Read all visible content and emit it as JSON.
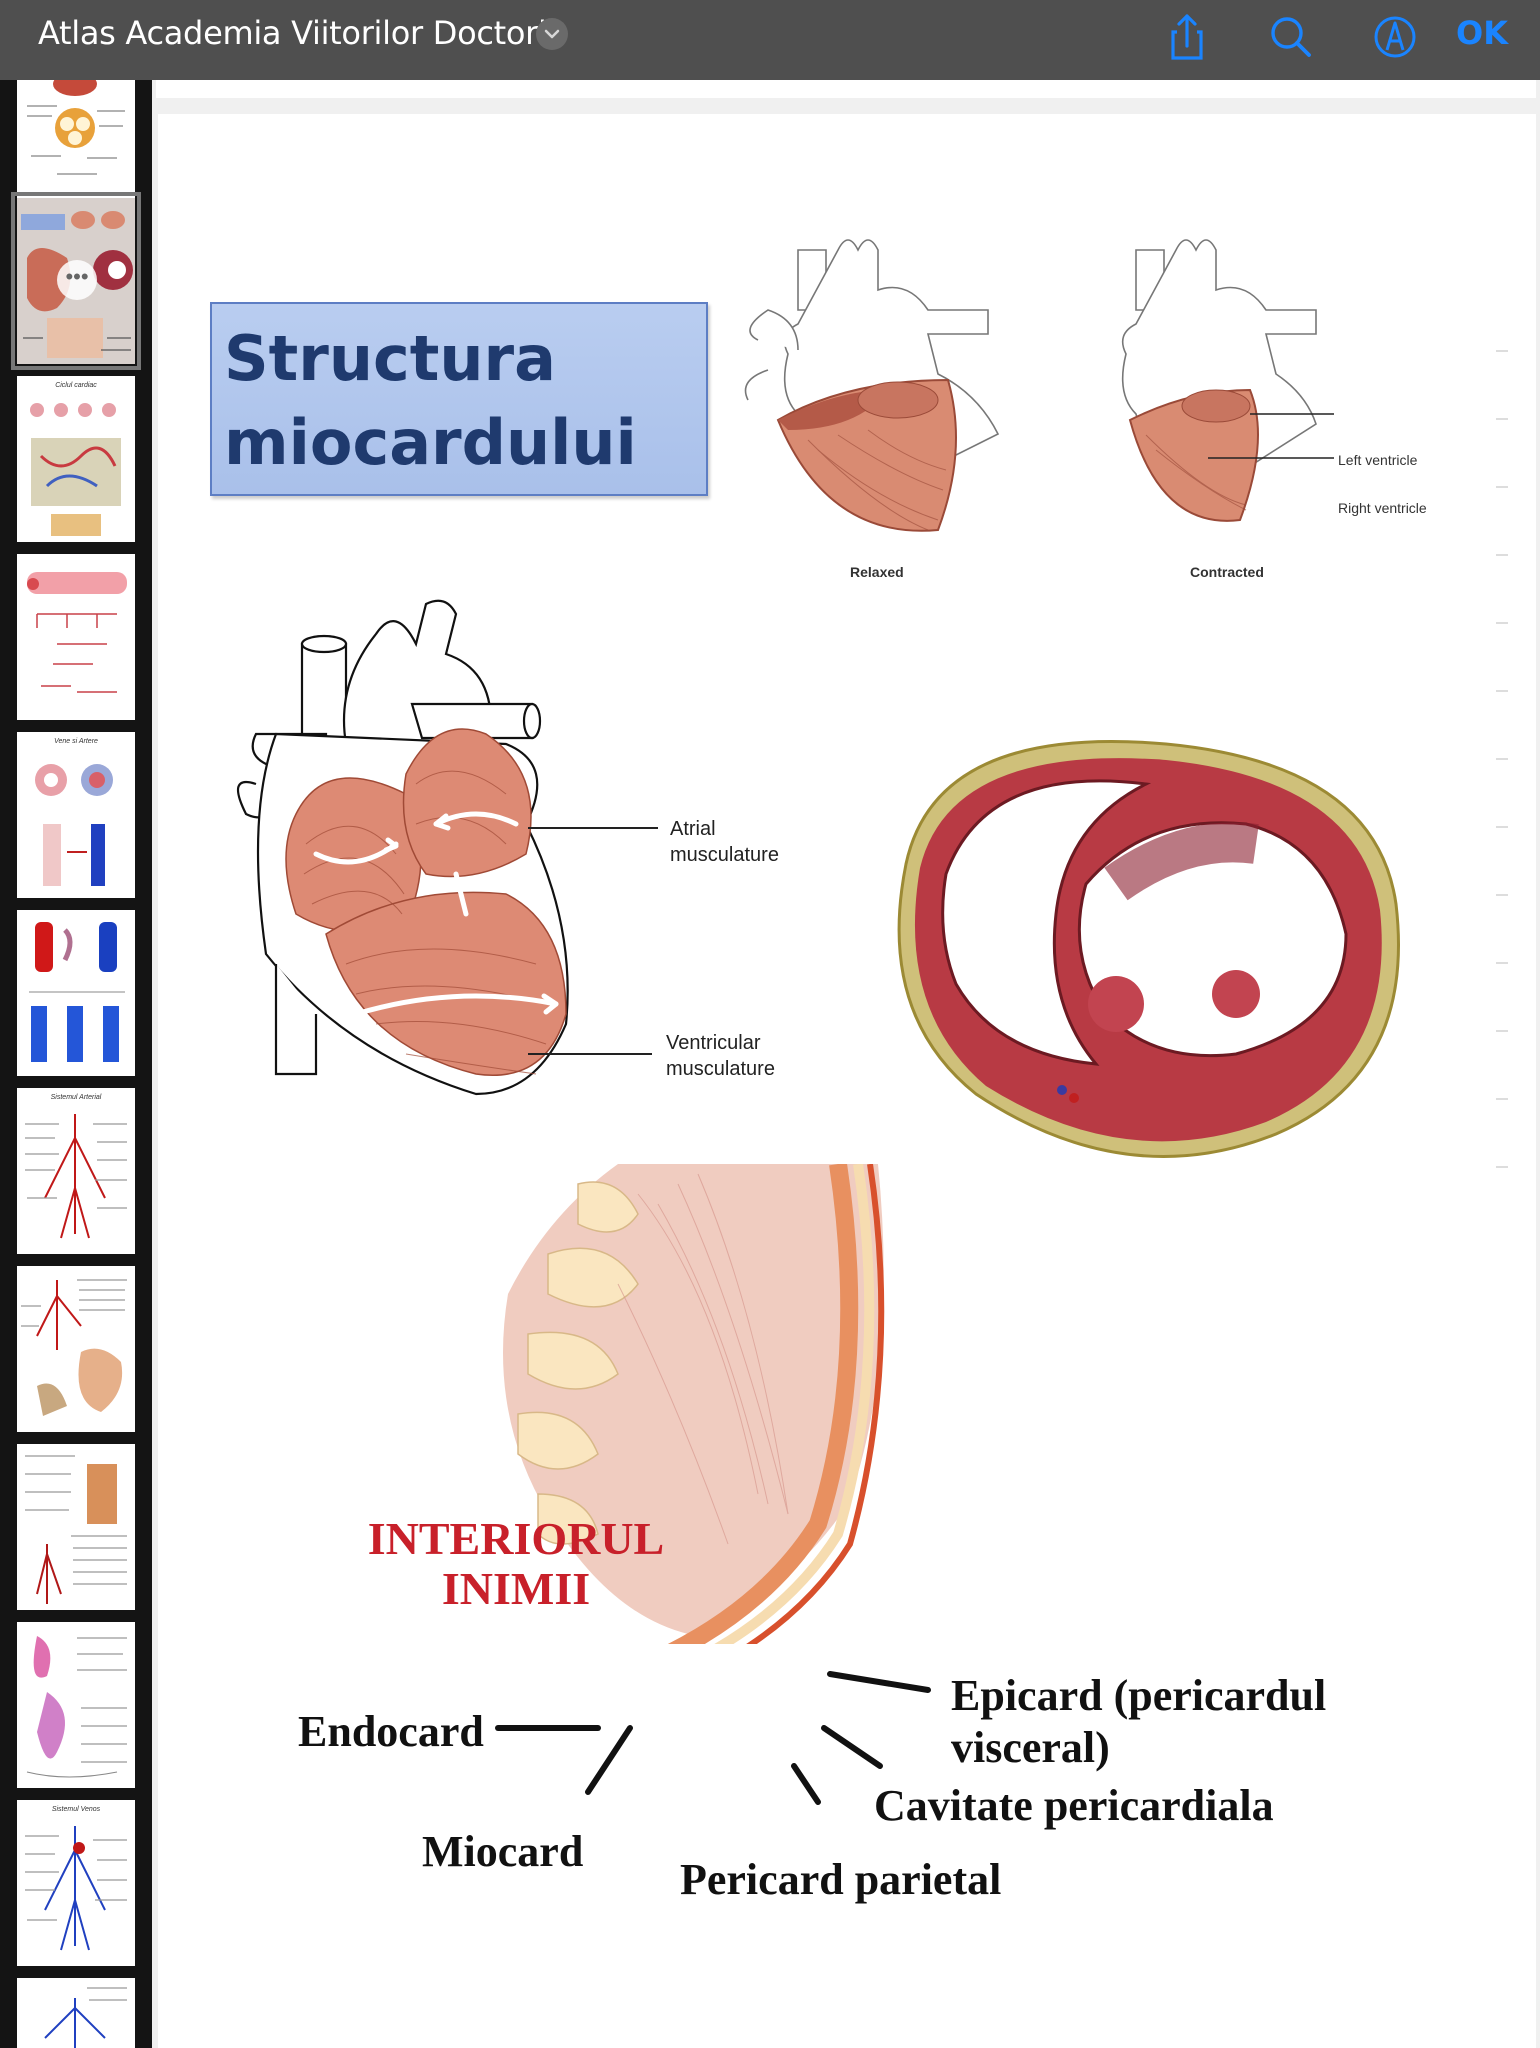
{
  "header": {
    "title": "Atlas Academia Viitorilor Doctori",
    "ok_label": "OK",
    "icons": [
      "chevron-down-icon",
      "share-icon",
      "search-icon",
      "markup-icon"
    ]
  },
  "sidebar": {
    "thumbnails": [
      {
        "title": ""
      },
      {
        "title": "",
        "selected": true,
        "more": "•••"
      },
      {
        "title": "Ciclul cardiac"
      },
      {
        "title": ""
      },
      {
        "title": "Vene si Artere"
      },
      {
        "title": ""
      },
      {
        "title": "Sistemul Arterial"
      },
      {
        "title": ""
      },
      {
        "title": ""
      },
      {
        "title": ""
      },
      {
        "title": "Sistemul Venos"
      },
      {
        "title": ""
      }
    ]
  },
  "page": {
    "title_line1": "Structura",
    "title_line2": "miocardului",
    "fig1": {
      "left_ventricle": "Left ventricle",
      "right_ventricle": "Right ventricle",
      "relaxed": "Relaxed",
      "contracted": "Contracted"
    },
    "fig2": {
      "atrial_1": "Atrial",
      "atrial_2": "musculature",
      "ventricular_1": "Ventricular",
      "ventricular_2": "musculature"
    },
    "fig4": {
      "heading_1": "INTERIORUL",
      "heading_2": "INIMII",
      "endocard": "Endocard",
      "miocard": "Miocard",
      "epicard_1": "Epicard (pericardul",
      "epicard_2": "visceral)",
      "cavitate": "Cavitate pericardiala",
      "pericard": "Pericard parietal"
    }
  }
}
